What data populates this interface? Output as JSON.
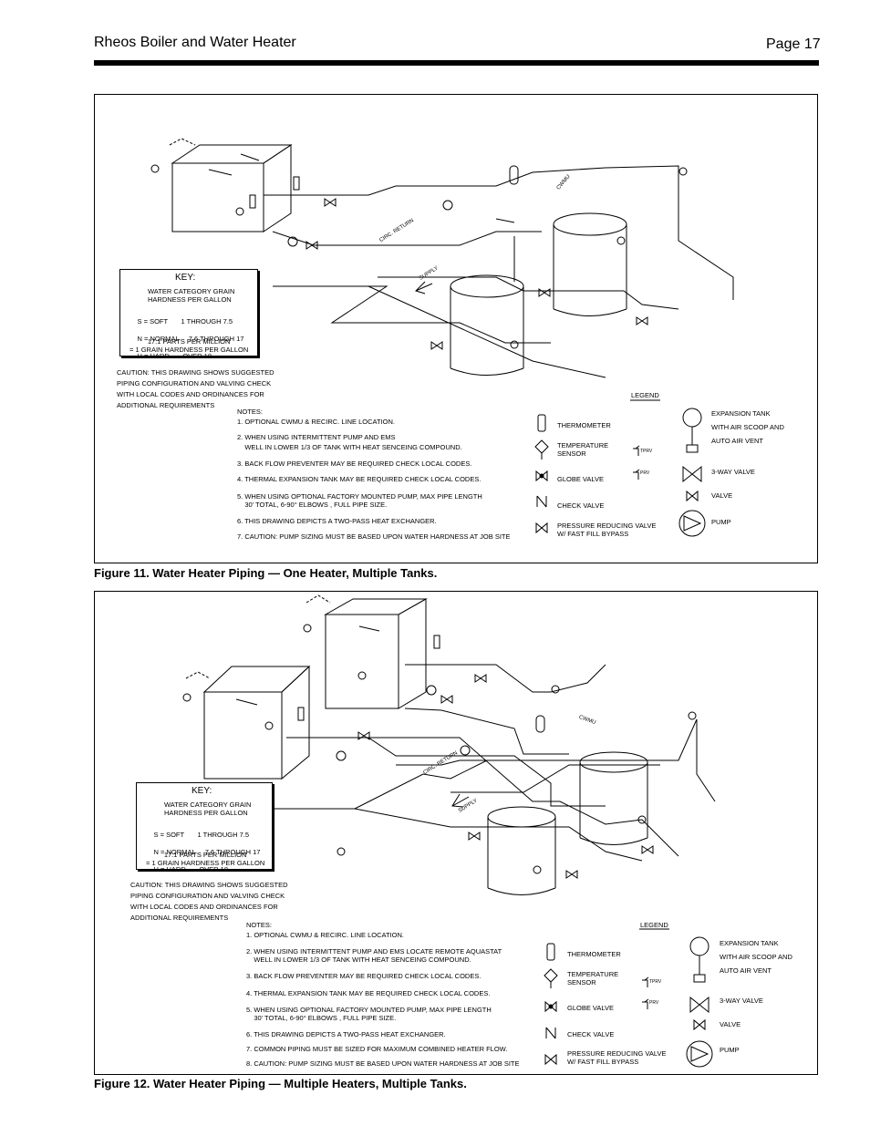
{
  "header": {
    "title": "Rheos Boiler and Water Heater",
    "page": "Page 17"
  },
  "figures": [
    {
      "caption": "Figure 11. Water Heater Piping — One Heater, Multiple Tanks.",
      "key": {
        "title": "KEY:",
        "heading1": "WATER CATEGORY GRAIN",
        "heading2": "HARDNESS PER GALLON",
        "rows": [
          "S = SOFT       1 THROUGH 7.5",
          "N = NORMAL     7.6 THROUGH 17",
          "H = HARD       OVER 18"
        ],
        "ppm1": "17.1 PARTS PER MILLION",
        "ppm2": "= 1 GRAIN HARDNESS PER GALLON"
      },
      "caution": [
        "CAUTION:  THIS DRAWING SHOWS SUGGESTED",
        "PIPING CONFIGURATION AND VALVING CHECK",
        "WITH LOCAL CODES AND ORDINANCES FOR",
        "ADDITIONAL REQUIREMENTS"
      ],
      "notes_title": "NOTES:",
      "notes": [
        "1. OPTIONAL CWMU & RECIRC. LINE LOCATION.",
        "2. WHEN USING INTERMITTENT PUMP AND EMS",
        "    WELL IN LOWER 1/3 OF TANK WITH HEAT SENCEING COMPOUND.",
        "3. BACK FLOW PREVENTER MAY BE REQUIRED CHECK LOCAL CODES.",
        "4. THERMAL EXPANSION TANK MAY BE REQUIRED CHECK LOCAL CODES.",
        "5. WHEN USING OPTIONAL FACTORY MOUNTED PUMP, MAX PIPE LENGTH",
        "    30' TOTAL, 6-90° ELBOWS , FULL PIPE SIZE.",
        "6. THIS DRAWING DEPICTS A TWO-PASS HEAT EXCHANGER.",
        "7. CAUTION: PUMP SIZING MUST BE BASED UPON WATER HARDNESS AT JOB SITE"
      ],
      "pipe_labels": {
        "return": "CIRC. RETURN",
        "supply": "SUPPLY",
        "cwmu": "CWMU"
      }
    },
    {
      "caption": "Figure 12. Water Heater Piping — Multiple Heaters, Multiple Tanks.",
      "key": {
        "title": "KEY:",
        "heading1": "WATER CATEGORY GRAIN",
        "heading2": "HARDNESS PER GALLON",
        "rows": [
          "S = SOFT       1 THROUGH 7.5",
          "N = NORMAL     7.6 THROUGH 17",
          "H = HARD       OVER 18"
        ],
        "ppm1": "17.1 PARTS PER MILLION",
        "ppm2": "= 1 GRAIN HARDNESS PER GALLON"
      },
      "caution": [
        "CAUTION:  THIS DRAWING SHOWS SUGGESTED",
        "PIPING CONFIGURATION AND VALVING CHECK",
        "WITH LOCAL CODES AND ORDINANCES FOR",
        "ADDITIONAL REQUIREMENTS"
      ],
      "notes_title": "NOTES:",
      "notes": [
        "1. OPTIONAL CWMU & RECIRC. LINE LOCATION.",
        "2. WHEN USING INTERMITTENT PUMP AND EMS LOCATE REMOTE AQUASTAT",
        "    WELL IN LOWER 1/3 OF TANK WITH HEAT SENCEING COMPOUND.",
        "3. BACK FLOW PREVENTER MAY BE REQUIRED CHECK LOCAL CODES.",
        "4. THERMAL EXPANSION TANK MAY BE REQUIRED CHECK LOCAL CODES.",
        "5. WHEN USING OPTIONAL FACTORY MOUNTED PUMP, MAX PIPE LENGTH",
        "    30' TOTAL, 6-90° ELBOWS , FULL PIPE SIZE.",
        "6. THIS DRAWING DEPICTS A TWO-PASS HEAT EXCHANGER.",
        "7. COMMON PIPING MUST BE SIZED FOR MAXIMUM COMBINED HEATER FLOW.",
        "8. CAUTION: PUMP SIZING MUST BE BASED UPON WATER HARDNESS AT JOB SITE"
      ],
      "pipe_labels": {
        "return": "CIRC. RETURN",
        "supply": "SUPPLY",
        "cwmu": "CWMU"
      }
    }
  ],
  "legend": {
    "title": "LEGEND",
    "thermometer": "THERMOMETER",
    "temp_sensor_1": "TEMPERATURE",
    "temp_sensor_2": "SENSOR",
    "globe_valve": "GLOBE VALVE",
    "check_valve": "CHECK VALVE",
    "prv_1": "PRESSURE REDUCING VALVE",
    "prv_2": "W/ FAST FILL BYPASS",
    "tprv": "TPRV",
    "prv": "PRV",
    "exp_1": "EXPANSION TANK",
    "exp_2": "WITH AIR SCOOP AND",
    "exp_3": "AUTO AIR VENT",
    "three_way": "3-WAY VALVE",
    "valve": "VALVE",
    "pump": "PUMP"
  }
}
